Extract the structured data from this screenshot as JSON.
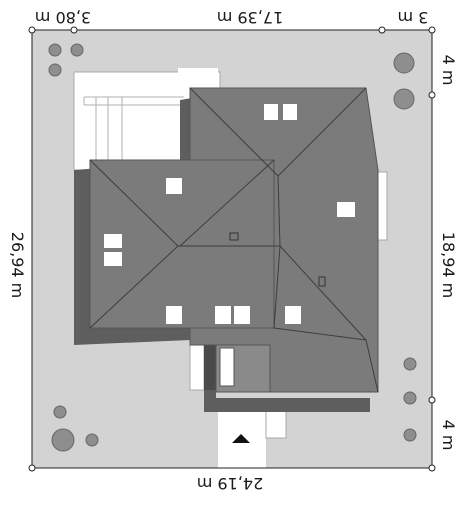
{
  "dimensions": {
    "top_left": "3,80 m",
    "top_middle": "17,39 m",
    "top_right": "3 m",
    "bottom": "24,19 m",
    "left": "26,94 m",
    "right_middle": "18,94 m",
    "right_top": "4 m",
    "right_bottom": "4 m"
  },
  "icons": {
    "entrance": "entrance-arrow-icon"
  },
  "colors": {
    "plot": "#d3d3d3",
    "roof": "#7b7b7b",
    "shadow": "#5e5e5e",
    "dark_shadow": "#4a4a4a",
    "paving": "#ffffff",
    "tree": "#8e8e8e"
  }
}
